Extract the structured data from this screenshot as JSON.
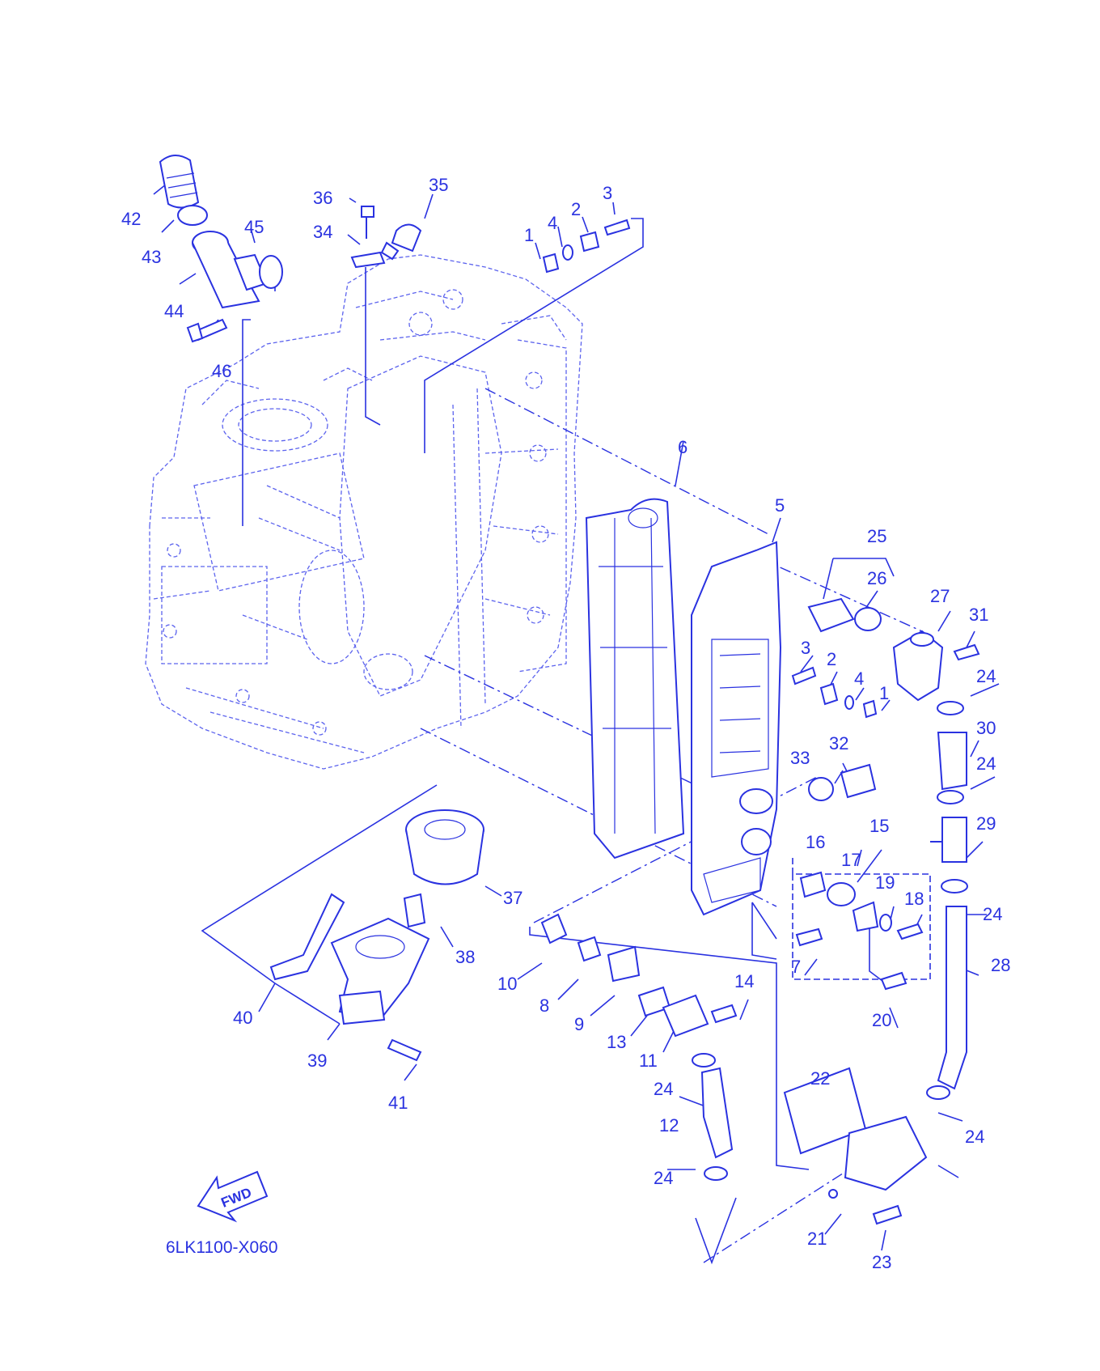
{
  "diagram": {
    "reference_code": "6LK1100-X060",
    "fwd_label": "FWD",
    "colors": {
      "line": "#2a32e0",
      "background": "#ffffff"
    },
    "callouts": [
      {
        "id": "c42",
        "label": "42"
      },
      {
        "id": "c43",
        "label": "43"
      },
      {
        "id": "c44",
        "label": "44"
      },
      {
        "id": "c45",
        "label": "45"
      },
      {
        "id": "c46",
        "label": "46"
      },
      {
        "id": "c36",
        "label": "36"
      },
      {
        "id": "c34",
        "label": "34"
      },
      {
        "id": "c35",
        "label": "35"
      },
      {
        "id": "c1a",
        "label": "1"
      },
      {
        "id": "c4a",
        "label": "4"
      },
      {
        "id": "c2a",
        "label": "2"
      },
      {
        "id": "c3a",
        "label": "3"
      },
      {
        "id": "c6",
        "label": "6"
      },
      {
        "id": "c5",
        "label": "5"
      },
      {
        "id": "c25",
        "label": "25"
      },
      {
        "id": "c26",
        "label": "26"
      },
      {
        "id": "c27",
        "label": "27"
      },
      {
        "id": "c31",
        "label": "31"
      },
      {
        "id": "c3b",
        "label": "3"
      },
      {
        "id": "c2b",
        "label": "2"
      },
      {
        "id": "c4b",
        "label": "4"
      },
      {
        "id": "c1b",
        "label": "1"
      },
      {
        "id": "c24a",
        "label": "24"
      },
      {
        "id": "c30",
        "label": "30"
      },
      {
        "id": "c32",
        "label": "32"
      },
      {
        "id": "c33",
        "label": "33"
      },
      {
        "id": "c24b",
        "label": "24"
      },
      {
        "id": "c15",
        "label": "15"
      },
      {
        "id": "c29",
        "label": "29"
      },
      {
        "id": "c16",
        "label": "16"
      },
      {
        "id": "c17",
        "label": "17"
      },
      {
        "id": "c19",
        "label": "19"
      },
      {
        "id": "c18",
        "label": "18"
      },
      {
        "id": "c24c",
        "label": "24"
      },
      {
        "id": "c37",
        "label": "37"
      },
      {
        "id": "c38",
        "label": "38"
      },
      {
        "id": "c10",
        "label": "10"
      },
      {
        "id": "c8",
        "label": "8"
      },
      {
        "id": "c9",
        "label": "9"
      },
      {
        "id": "c7",
        "label": "7"
      },
      {
        "id": "c28",
        "label": "28"
      },
      {
        "id": "c14",
        "label": "14"
      },
      {
        "id": "c13",
        "label": "13"
      },
      {
        "id": "c11",
        "label": "11"
      },
      {
        "id": "c20",
        "label": "20"
      },
      {
        "id": "c40",
        "label": "40"
      },
      {
        "id": "c39",
        "label": "39"
      },
      {
        "id": "c41",
        "label": "41"
      },
      {
        "id": "c24d",
        "label": "24"
      },
      {
        "id": "c22",
        "label": "22"
      },
      {
        "id": "c12",
        "label": "12"
      },
      {
        "id": "c24e",
        "label": "24"
      },
      {
        "id": "c24f",
        "label": "24"
      },
      {
        "id": "c21",
        "label": "21"
      },
      {
        "id": "c23",
        "label": "23"
      }
    ]
  }
}
